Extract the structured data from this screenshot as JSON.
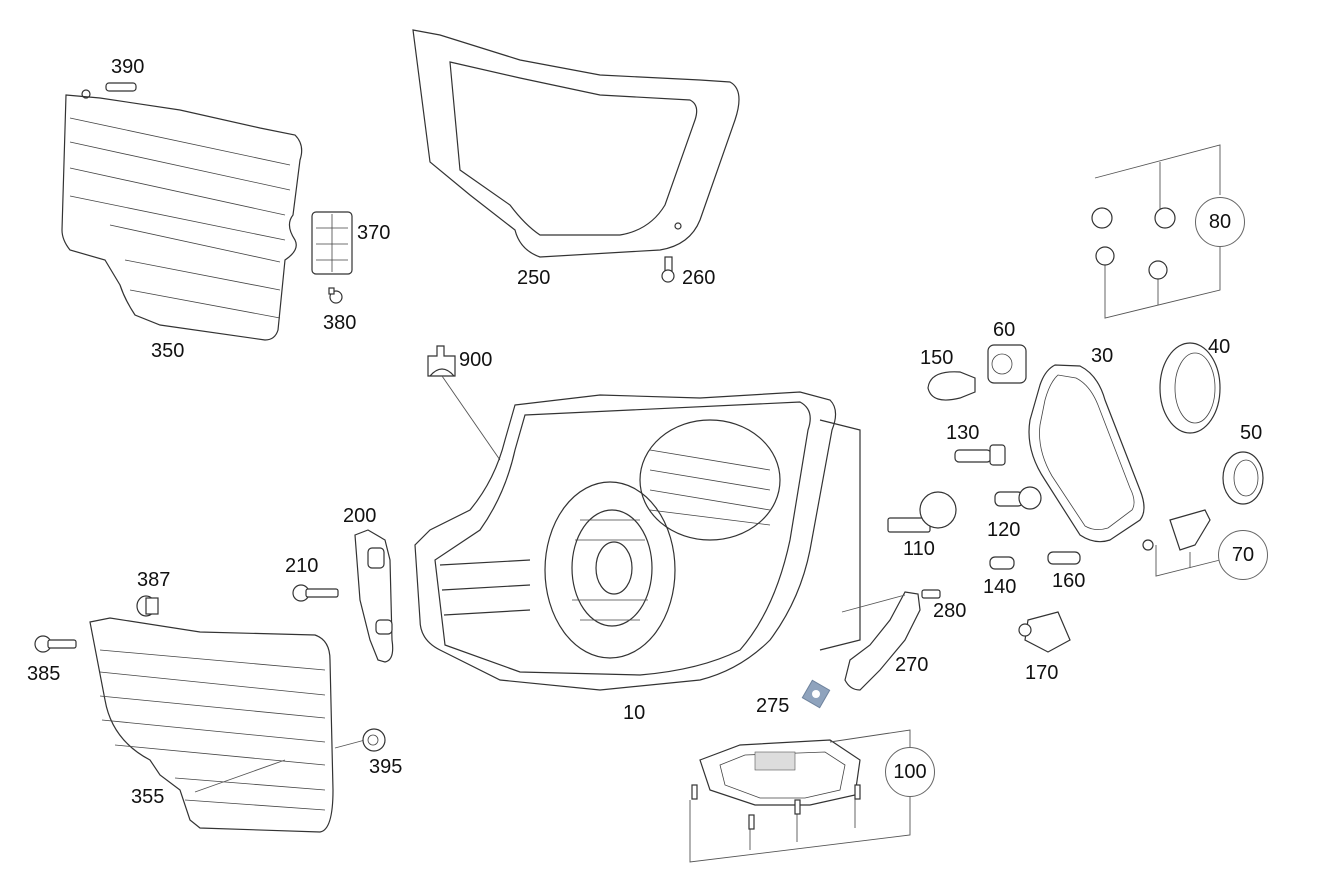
{
  "diagram": {
    "title": "Headlamp assembly exploded parts diagram",
    "accent_color": "#8fa3bd",
    "parts": [
      {
        "id": "10",
        "name": "headlamp-housing"
      },
      {
        "id": "30",
        "name": "cover-frame"
      },
      {
        "id": "40",
        "name": "large-cap"
      },
      {
        "id": "50",
        "name": "small-cap"
      },
      {
        "id": "60",
        "name": "bulb-socket"
      },
      {
        "id": "70",
        "name": "bracket-with-screw"
      },
      {
        "id": "80",
        "name": "adjuster-clip-set"
      },
      {
        "id": "100",
        "name": "control-unit-with-screws"
      },
      {
        "id": "110",
        "name": "xenon-bulb"
      },
      {
        "id": "120",
        "name": "h7-bulb"
      },
      {
        "id": "130",
        "name": "h1-bulb"
      },
      {
        "id": "140",
        "name": "small-bulb"
      },
      {
        "id": "150",
        "name": "indicator-bulb"
      },
      {
        "id": "160",
        "name": "festoon-bulb"
      },
      {
        "id": "170",
        "name": "leveling-motor"
      },
      {
        "id": "200",
        "name": "mounting-bracket"
      },
      {
        "id": "210",
        "name": "bolt"
      },
      {
        "id": "250",
        "name": "lens-seal"
      },
      {
        "id": "260",
        "name": "screw"
      },
      {
        "id": "270",
        "name": "support-bracket"
      },
      {
        "id": "275",
        "name": "clip-nut"
      },
      {
        "id": "280",
        "name": "screw"
      },
      {
        "id": "350",
        "name": "upper-grille"
      },
      {
        "id": "355",
        "name": "lower-grille"
      },
      {
        "id": "370",
        "name": "clip-holder"
      },
      {
        "id": "380",
        "name": "screw"
      },
      {
        "id": "385",
        "name": "bolt"
      },
      {
        "id": "387",
        "name": "spacer-sleeve"
      },
      {
        "id": "390",
        "name": "stud"
      },
      {
        "id": "395",
        "name": "grommet"
      },
      {
        "id": "900",
        "name": "wiring-connector"
      }
    ]
  }
}
